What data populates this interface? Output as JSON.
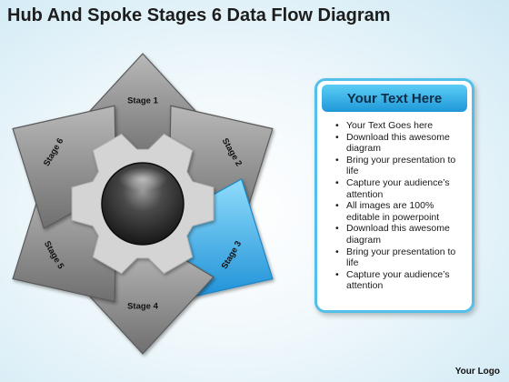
{
  "title": "Hub And Spoke Stages 6 Data Flow Diagram",
  "stages": [
    {
      "label": "Stage 1",
      "color": "#8f8f8f"
    },
    {
      "label": "Stage 2",
      "color": "#8f8f8f"
    },
    {
      "label": "Stage 3",
      "color": "#29a5e4"
    },
    {
      "label": "Stage 4",
      "color": "#8f8f8f"
    },
    {
      "label": "Stage 5",
      "color": "#8f8f8f"
    },
    {
      "label": "Stage 6",
      "color": "#8f8f8f"
    }
  ],
  "panel": {
    "header": "Your Text Here",
    "bullets": [
      "Your Text Goes here",
      "Download this awesome diagram",
      "Bring your presentation to life",
      "Capture your audience’s attention",
      "All images are 100% editable in powerpoint",
      "Download this awesome diagram",
      "Bring your presentation to life",
      "Capture your audience’s attention"
    ]
  },
  "logo": "Your Logo",
  "colors": {
    "accent": "#53c0ea",
    "header_text": "#0d2d49",
    "stage_gray": "#8f8f8f",
    "stage_highlight": "#29a5e4",
    "gear": "#d4d4d4",
    "hub": "#2a2a2a"
  }
}
